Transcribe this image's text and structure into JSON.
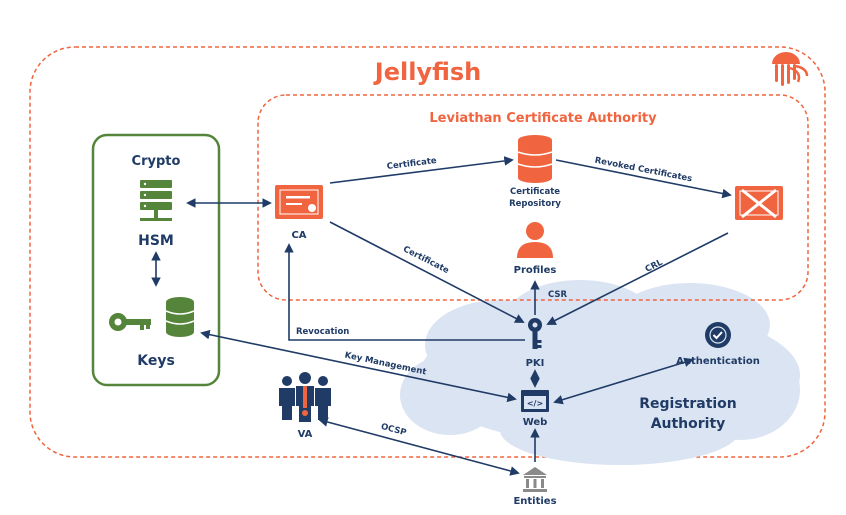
{
  "title": "Jellyfish",
  "ca_authority": "Leviathan Certificate Authority",
  "crypto": {
    "title": "Crypto",
    "hsm": "HSM",
    "keys": "Keys"
  },
  "nodes": {
    "ca": "CA",
    "cert_repo_line1": "Certificate",
    "cert_repo_line2": "Repository",
    "profiles": "Profiles",
    "pki": "PKI",
    "web": "Web",
    "va": "VA",
    "entities": "Entities",
    "authentication": "Authentication",
    "ra_line1": "Registration",
    "ra_line2": "Authority"
  },
  "edges": {
    "certificate_top": "Certificate",
    "revoked": "Revoked Certificates",
    "certificate_diag": "Certificate",
    "crl": "CRL",
    "csr": "CSR",
    "revocation": "Revocation",
    "key_management": "Key Management",
    "ocsp": "OCSP"
  },
  "colors": {
    "orange": "#f0643f",
    "green": "#55853a",
    "navy": "#1f3b66",
    "cloud": "#dbe4f2",
    "grey": "#8a8a8a"
  }
}
